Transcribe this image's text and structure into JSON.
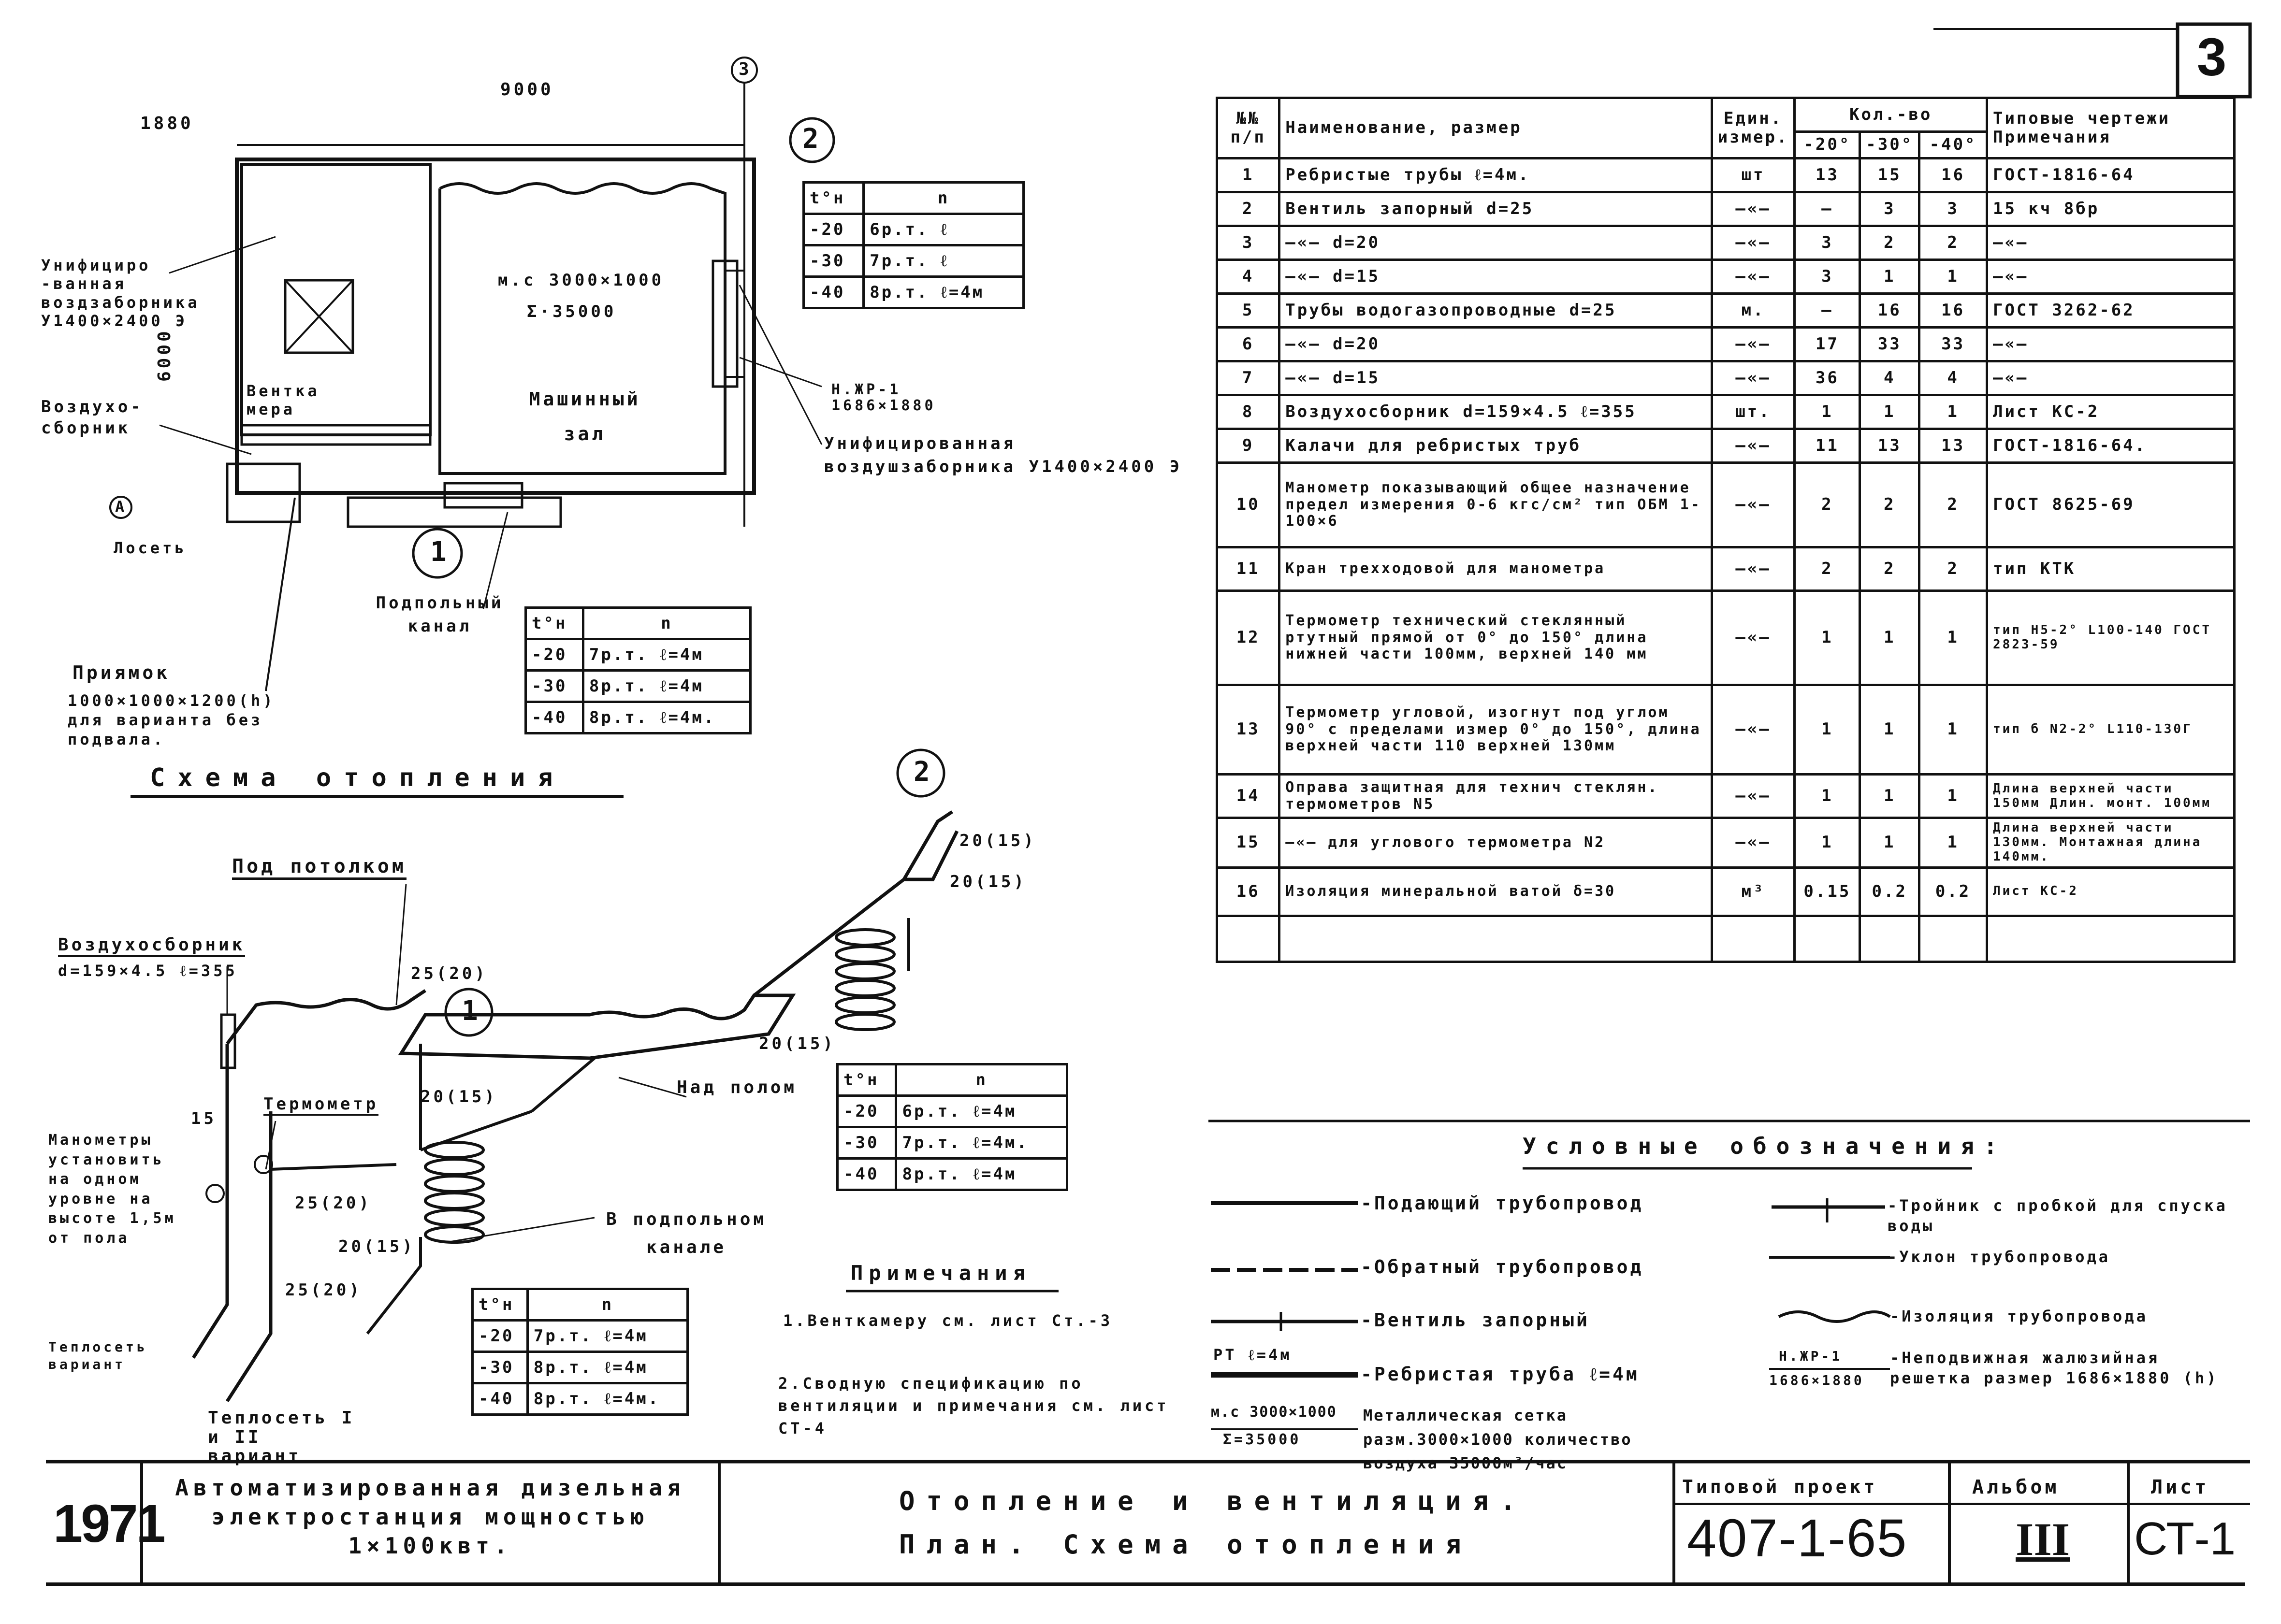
{
  "sheet_corner_number": "3",
  "plan": {
    "dim_top": "9000",
    "dim_left": "6000",
    "dim_1880": "1880",
    "axis_3": "3",
    "axis_A": "А",
    "mark_2": "2",
    "mark_1": "1",
    "label_unified_grille": "Унифициро -ванная воздзаборника У1400×2400 Э",
    "label_air_collector": "Воздухо- сборник",
    "label_heat_network": "Лосеть",
    "label_vent_chamber": "Вентка мера",
    "label_machine_hall": "Машинный зал",
    "label_mesh": "м.с 3000×1000",
    "label_mesh_q": "Σ·35000",
    "label_nzhr": "Н.ЖР-1 1686×1880",
    "label_unified_louver": "Унифицированная воздушзаборника У1400×2400 Э",
    "label_floor_channel": "Подпольный канал",
    "label_pit": "Приямок",
    "label_pit_size": "1000×1000×1200(h) для варианта без подвала.",
    "section_title": "Схема отопления"
  },
  "table_plan_right": {
    "header": [
      "t°н",
      "n"
    ],
    "rows": [
      [
        "-20",
        "6р.т. ℓ"
      ],
      [
        "-30",
        "7р.т. ℓ"
      ],
      [
        "-40",
        "8р.т. ℓ=4м"
      ]
    ]
  },
  "table_plan_bottom": {
    "header": [
      "t°н",
      "n"
    ],
    "rows": [
      [
        "-20",
        "7р.т. ℓ=4м"
      ],
      [
        "-30",
        "8р.т. ℓ=4м"
      ],
      [
        "-40",
        "8р.т. ℓ=4м."
      ]
    ]
  },
  "scheme": {
    "label_under_ceiling": "Под потолком",
    "label_air_collector": "Воздухосборник",
    "label_air_collector_size": "d=159×4.5 ℓ=355",
    "label_thermometer": "Термометр",
    "label_manometers": "Манометры установить на одном уровне на высоте 1,5м от пола",
    "label_heat_network_variant": "Теплосеть вариант",
    "label_heat_network_12": "Теплосеть I и II вариант",
    "label_above_floor": "Над полом",
    "label_in_floor_channel": "В подпольном канале",
    "pipe_25_20_a": "25(20)",
    "pipe_25_20_b": "25(20)",
    "pipe_25_20_c": "25(20)",
    "pipe_20_15_a": "20(15)",
    "pipe_20_15_b": "20(15)",
    "pipe_20_15_c": "20(15)",
    "pipe_20_15_d": "20(15)",
    "pipe_20_15_e": "20(15)",
    "pipe_15": "15",
    "mark_1": "1",
    "mark_2": "2"
  },
  "table_scheme_right": {
    "header": [
      "t°н",
      "n"
    ],
    "rows": [
      [
        "-20",
        "6р.т. ℓ=4м"
      ],
      [
        "-30",
        "7р.т. ℓ=4м."
      ],
      [
        "-40",
        "8р.т. ℓ=4м"
      ]
    ]
  },
  "table_scheme_bottom": {
    "header": [
      "t°н",
      "n"
    ],
    "rows": [
      [
        "-20",
        "7р.т. ℓ=4м"
      ],
      [
        "-30",
        "8р.т. ℓ=4м"
      ],
      [
        "-40",
        "8р.т. ℓ=4м."
      ]
    ]
  },
  "notes": {
    "title": "Примечания",
    "item1": "1.Венткамеру см. лист Ст.-3",
    "item2": "2.Сводную спецификацию по вентиляции и примечания см. лист СТ-4"
  },
  "spec": {
    "headers": {
      "num": "№№ п/п",
      "name": "Наименование, размер",
      "unit": "Един. измер.",
      "qty_group": "Кол.-во",
      "t20": "-20°",
      "t30": "-30°",
      "t40": "-40°",
      "ref": "Типовые чертежи Примечания"
    },
    "rows": [
      {
        "n": "1",
        "name": "Ребристые трубы ℓ=4м.",
        "unit": "шт",
        "a": "13",
        "b": "15",
        "c": "16",
        "ref": "ГОСТ-1816-64"
      },
      {
        "n": "2",
        "name": "Вентиль запорный   d=25",
        "unit": "—«—",
        "a": "—",
        "b": "3",
        "c": "3",
        "ref": "15 кч 8бр"
      },
      {
        "n": "3",
        "name": "—«—   d=20",
        "unit": "—«—",
        "a": "3",
        "b": "2",
        "c": "2",
        "ref": "—«—"
      },
      {
        "n": "4",
        "name": "—«—   d=15",
        "unit": "—«—",
        "a": "3",
        "b": "1",
        "c": "1",
        "ref": "—«—"
      },
      {
        "n": "5",
        "name": "Трубы водогазопроводные d=25",
        "unit": "м.",
        "a": "—",
        "b": "16",
        "c": "16",
        "ref": "ГОСТ 3262-62"
      },
      {
        "n": "6",
        "name": "—«—   d=20",
        "unit": "—«—",
        "a": "17",
        "b": "33",
        "c": "33",
        "ref": "—«—"
      },
      {
        "n": "7",
        "name": "—«—   d=15",
        "unit": "—«—",
        "a": "36",
        "b": "4",
        "c": "4",
        "ref": "—«—"
      },
      {
        "n": "8",
        "name": "Воздухосборник d=159×4.5 ℓ=355",
        "unit": "шт.",
        "a": "1",
        "b": "1",
        "c": "1",
        "ref": "Лист КС-2"
      },
      {
        "n": "9",
        "name": "Калачи для ребристых труб",
        "unit": "—«—",
        "a": "11",
        "b": "13",
        "c": "13",
        "ref": "ГОСТ-1816-64."
      },
      {
        "n": "10",
        "name": "Манометр показывающий общее назначение предел измерения 0-6 кгс/см² тип ОБМ 1-100×6",
        "unit": "—«—",
        "a": "2",
        "b": "2",
        "c": "2",
        "ref": "ГОСТ 8625-69"
      },
      {
        "n": "11",
        "name": "Кран трехходовой для манометра",
        "unit": "—«—",
        "a": "2",
        "b": "2",
        "c": "2",
        "ref": "тип КТК"
      },
      {
        "n": "12",
        "name": "Термометр технический стеклянный ртутный прямой от 0° до 150° длина нижней части 100мм, верхней 140 мм",
        "unit": "—«—",
        "a": "1",
        "b": "1",
        "c": "1",
        "ref": "тип Н5-2° L100-140 ГОСТ 2823-59"
      },
      {
        "n": "13",
        "name": "Термометр угловой, изогнут под углом 90° с пределами измер 0° до 150°, длина верхней части 110 верхней 130мм",
        "unit": "—«—",
        "a": "1",
        "b": "1",
        "c": "1",
        "ref": "тип б N2-2° L110-130Г"
      },
      {
        "n": "14",
        "name": "Оправа защитная для технич стеклян. термометров N5",
        "unit": "—«—",
        "a": "1",
        "b": "1",
        "c": "1",
        "ref": "Длина верхней части 150мм Длин. монт. 100мм"
      },
      {
        "n": "15",
        "name": "—«— для углового термометра N2",
        "unit": "—«—",
        "a": "1",
        "b": "1",
        "c": "1",
        "ref": "Длина верхней части 130мм. Монтажная длина 140мм."
      },
      {
        "n": "16",
        "name": "Изоляция минеральной ватой δ=30",
        "unit": "м³",
        "a": "0.15",
        "b": "0.2",
        "c": "0.2",
        "ref": "Лист КС-2"
      }
    ]
  },
  "legend": {
    "title": "Условные обозначения:",
    "supply": "-Подающий трубопровод",
    "return": "-Обратный трубопровод",
    "valve": "-Вентиль запорный",
    "finned_pre": "РТ ℓ=4м",
    "finned": "-Ребристая труба  ℓ=4м",
    "mesh_pre1": "м.с 3000×1000",
    "mesh_pre2": "Σ=35000",
    "mesh": "Металлическая сетка разм.3000×1000 количество воздуха 35000м³/час",
    "tee": "-Тройник с пробкой для спуска воды",
    "slope": "-Уклон трубопровода",
    "insulation": "-Изоляция трубопровода",
    "louver_pre1": "Н.ЖР-1",
    "louver_pre2": "1686×1880",
    "louver": "-Неподвижная жалюзийная решетка размер 1686×1880 (h)"
  },
  "titleblock": {
    "year": "1971",
    "project_desc": "Автоматизированная дизельная электростанция мощностью 1×100квт.",
    "title_line1": "Отопление и вентиляция.",
    "title_line2": "План. Схема отопления",
    "type_project_label": "Типовой проект",
    "type_project_value": "407-1-65",
    "album_label": "Альбом",
    "album_value": "III",
    "sheet_label": "Лист",
    "sheet_value": "СТ-1"
  }
}
